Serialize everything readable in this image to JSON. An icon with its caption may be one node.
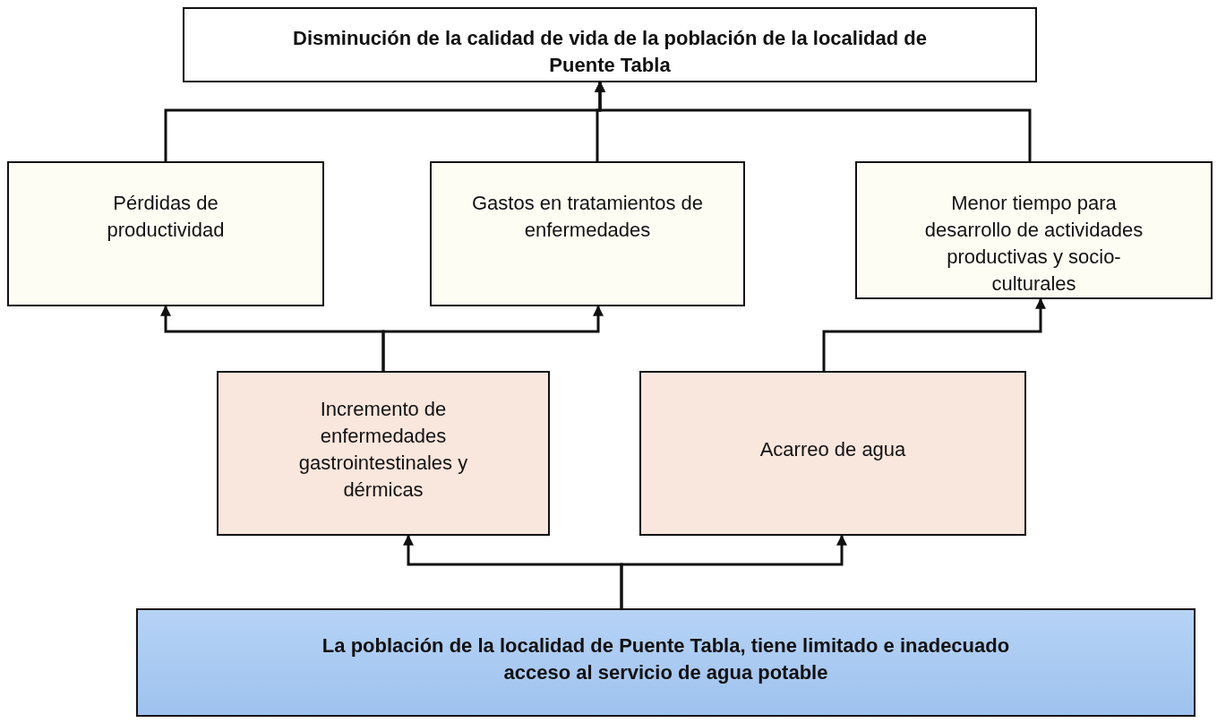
{
  "diagram": {
    "nodes": [
      {
        "text": [
          "Disminución de la calidad de vida de la población de la localidad de Puente Tabla"
        ]
      },
      {
        "text": [
          "Pérdidas de productividad"
        ]
      },
      {
        "text": [
          "Gastos en tratamientos de enfermedades"
        ]
      },
      {
        "text": [
          "Menor tiempo para desarrollo de actividades productivas y socio-culturales"
        ]
      },
      {
        "text": [
          "Incremento de enfermedades gastrointestinales y dérmicas"
        ]
      },
      {
        "text": [
          "Acarreo de agua"
        ]
      },
      {
        "text": [
          "La población de la localidad de Puente Tabla, tiene limitado e inadecuado  acceso al servicio de agua potable"
        ]
      }
    ],
    "edges": [
      {
        "from": 1,
        "to": 0,
        "arrow": "to"
      },
      {
        "from": 2,
        "to": 0,
        "arrow": "to"
      },
      {
        "from": 3,
        "to": 0,
        "arrow": "to"
      },
      {
        "from": 4,
        "to": 1,
        "arrow": "to"
      },
      {
        "from": 4,
        "to": 2,
        "arrow": "to"
      },
      {
        "from": 5,
        "to": 3,
        "arrow": "to"
      },
      {
        "from": 6,
        "to": 4,
        "arrow": "to"
      },
      {
        "from": 6,
        "to": 5,
        "arrow": "to"
      }
    ]
  }
}
